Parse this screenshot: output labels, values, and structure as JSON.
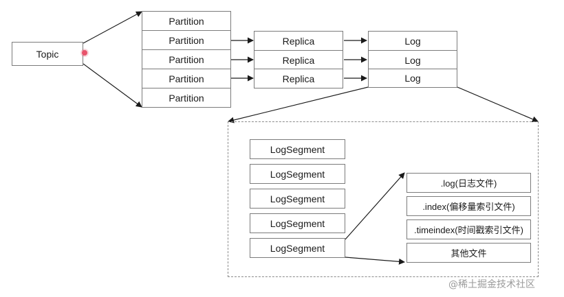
{
  "topic": {
    "label": "Topic"
  },
  "partitions": [
    "Partition",
    "Partition",
    "Partition",
    "Partition",
    "Partition"
  ],
  "replicas": [
    "Replica",
    "Replica",
    "Replica"
  ],
  "logs": [
    "Log",
    "Log",
    "Log"
  ],
  "log_segments": [
    "LogSegment",
    "LogSegment",
    "LogSegment",
    "LogSegment",
    "LogSegment"
  ],
  "files": [
    ".log(日志文件)",
    ".index(偏移量索引文件)",
    ".timeindex(时间戳索引文件)",
    "其他文件"
  ],
  "watermark": "@稀土掘金技术社区",
  "colors": {
    "border": "#7a7a7a",
    "line": "#1a1a1a",
    "dashed": "#8a8a8a",
    "cursor": "#e8536b"
  }
}
